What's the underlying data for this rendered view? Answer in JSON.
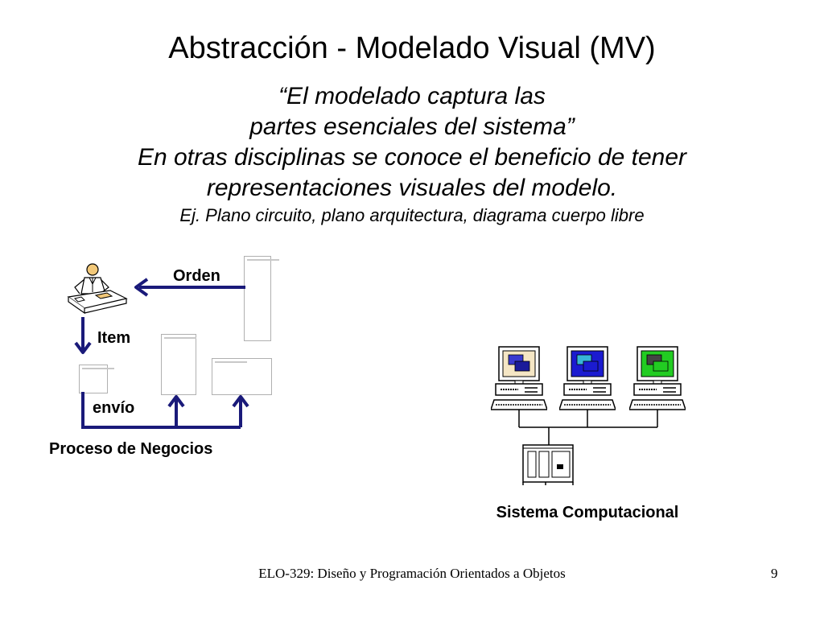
{
  "slide": {
    "title": "Abstracción - Modelado Visual (MV)",
    "quote_lines": [
      "“El modelado captura las",
      "partes esenciales del sistema”",
      "En otras disciplinas se conoce el beneficio de tener",
      "representaciones visuales del modelo."
    ],
    "example": "Ej. Plano circuito, plano arquitectura, diagrama cuerpo libre"
  },
  "business_diagram": {
    "order_label": "Orden",
    "item_label": "Item",
    "shipping_label": "envío",
    "caption": "Proceso de Negocios",
    "arrow_color": "#1a1a7a"
  },
  "computer_diagram": {
    "caption": "Sistema Computacional",
    "screen_colors": [
      "#f5e6c4",
      "#1b1bd0",
      "#22cc22"
    ]
  },
  "footer": {
    "text": "ELO-329: Diseño y Programación Orientados a Objetos",
    "page_number": "9"
  }
}
